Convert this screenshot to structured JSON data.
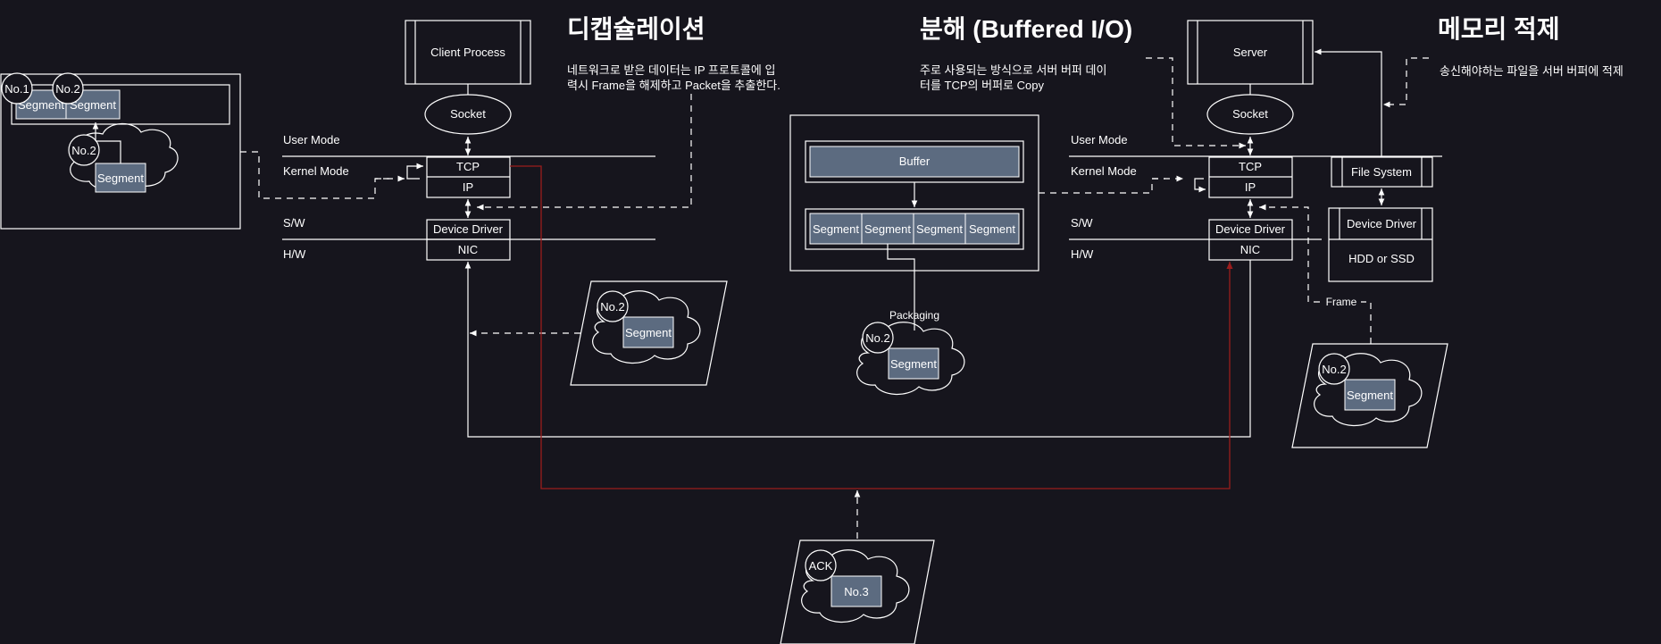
{
  "headings": {
    "decapsulation": "디캡슐레이션",
    "fragmentation": "분해 (Buffered I/O)",
    "memory_stacking": "메모리 적제"
  },
  "notes": {
    "decap_line1": "네트워크로 받은 데이터는 IP 프로토콜에 입",
    "decap_line2": "력시 Frame을 해제하고 Packet을 추출한다.",
    "frag_line1": "주로 사용되는 방식으로 서버 버퍼 데이",
    "frag_line2": "터를 TCP의 버퍼로 Copy",
    "mem_line1": "송신해야하는 파일을 서버 버퍼에 적제"
  },
  "client": {
    "process": "Client Process",
    "socket": "Socket",
    "tcp": "TCP",
    "ip": "IP",
    "driver": "Device Driver",
    "nic": "NIC"
  },
  "server": {
    "process": "Server",
    "socket": "Socket",
    "tcp": "TCP",
    "ip": "IP",
    "driver": "Device Driver",
    "nic": "NIC",
    "file_system": "File System",
    "storage_driver": "Device Driver",
    "storage": "HDD or SSD"
  },
  "layers": {
    "user_mode": "User Mode",
    "kernel_mode": "Kernel Mode",
    "sw": "S/W",
    "hw": "H/W"
  },
  "buffer": {
    "label": "Buffer",
    "segments": [
      "Segment",
      "Segment",
      "Segment",
      "Segment"
    ],
    "packaging": "Packaging"
  },
  "reassembly": {
    "no1": "No.1",
    "no2": "No.2",
    "seg1": "Segment",
    "seg2": "Segment",
    "cloud_no": "No.2",
    "cloud_seg": "Segment"
  },
  "packets": {
    "incoming_no": "No.2",
    "incoming_seg": "Segment",
    "packaged_no": "No.2",
    "packaged_seg": "Segment",
    "frame_label": "Frame",
    "frame_no": "No.2",
    "frame_seg": "Segment",
    "ack_label": "ACK",
    "ack_no": "No.3"
  },
  "colors": {
    "background": "#16151d",
    "segment_fill": "#5c6b80",
    "ack_line": "#9b1d1d"
  }
}
